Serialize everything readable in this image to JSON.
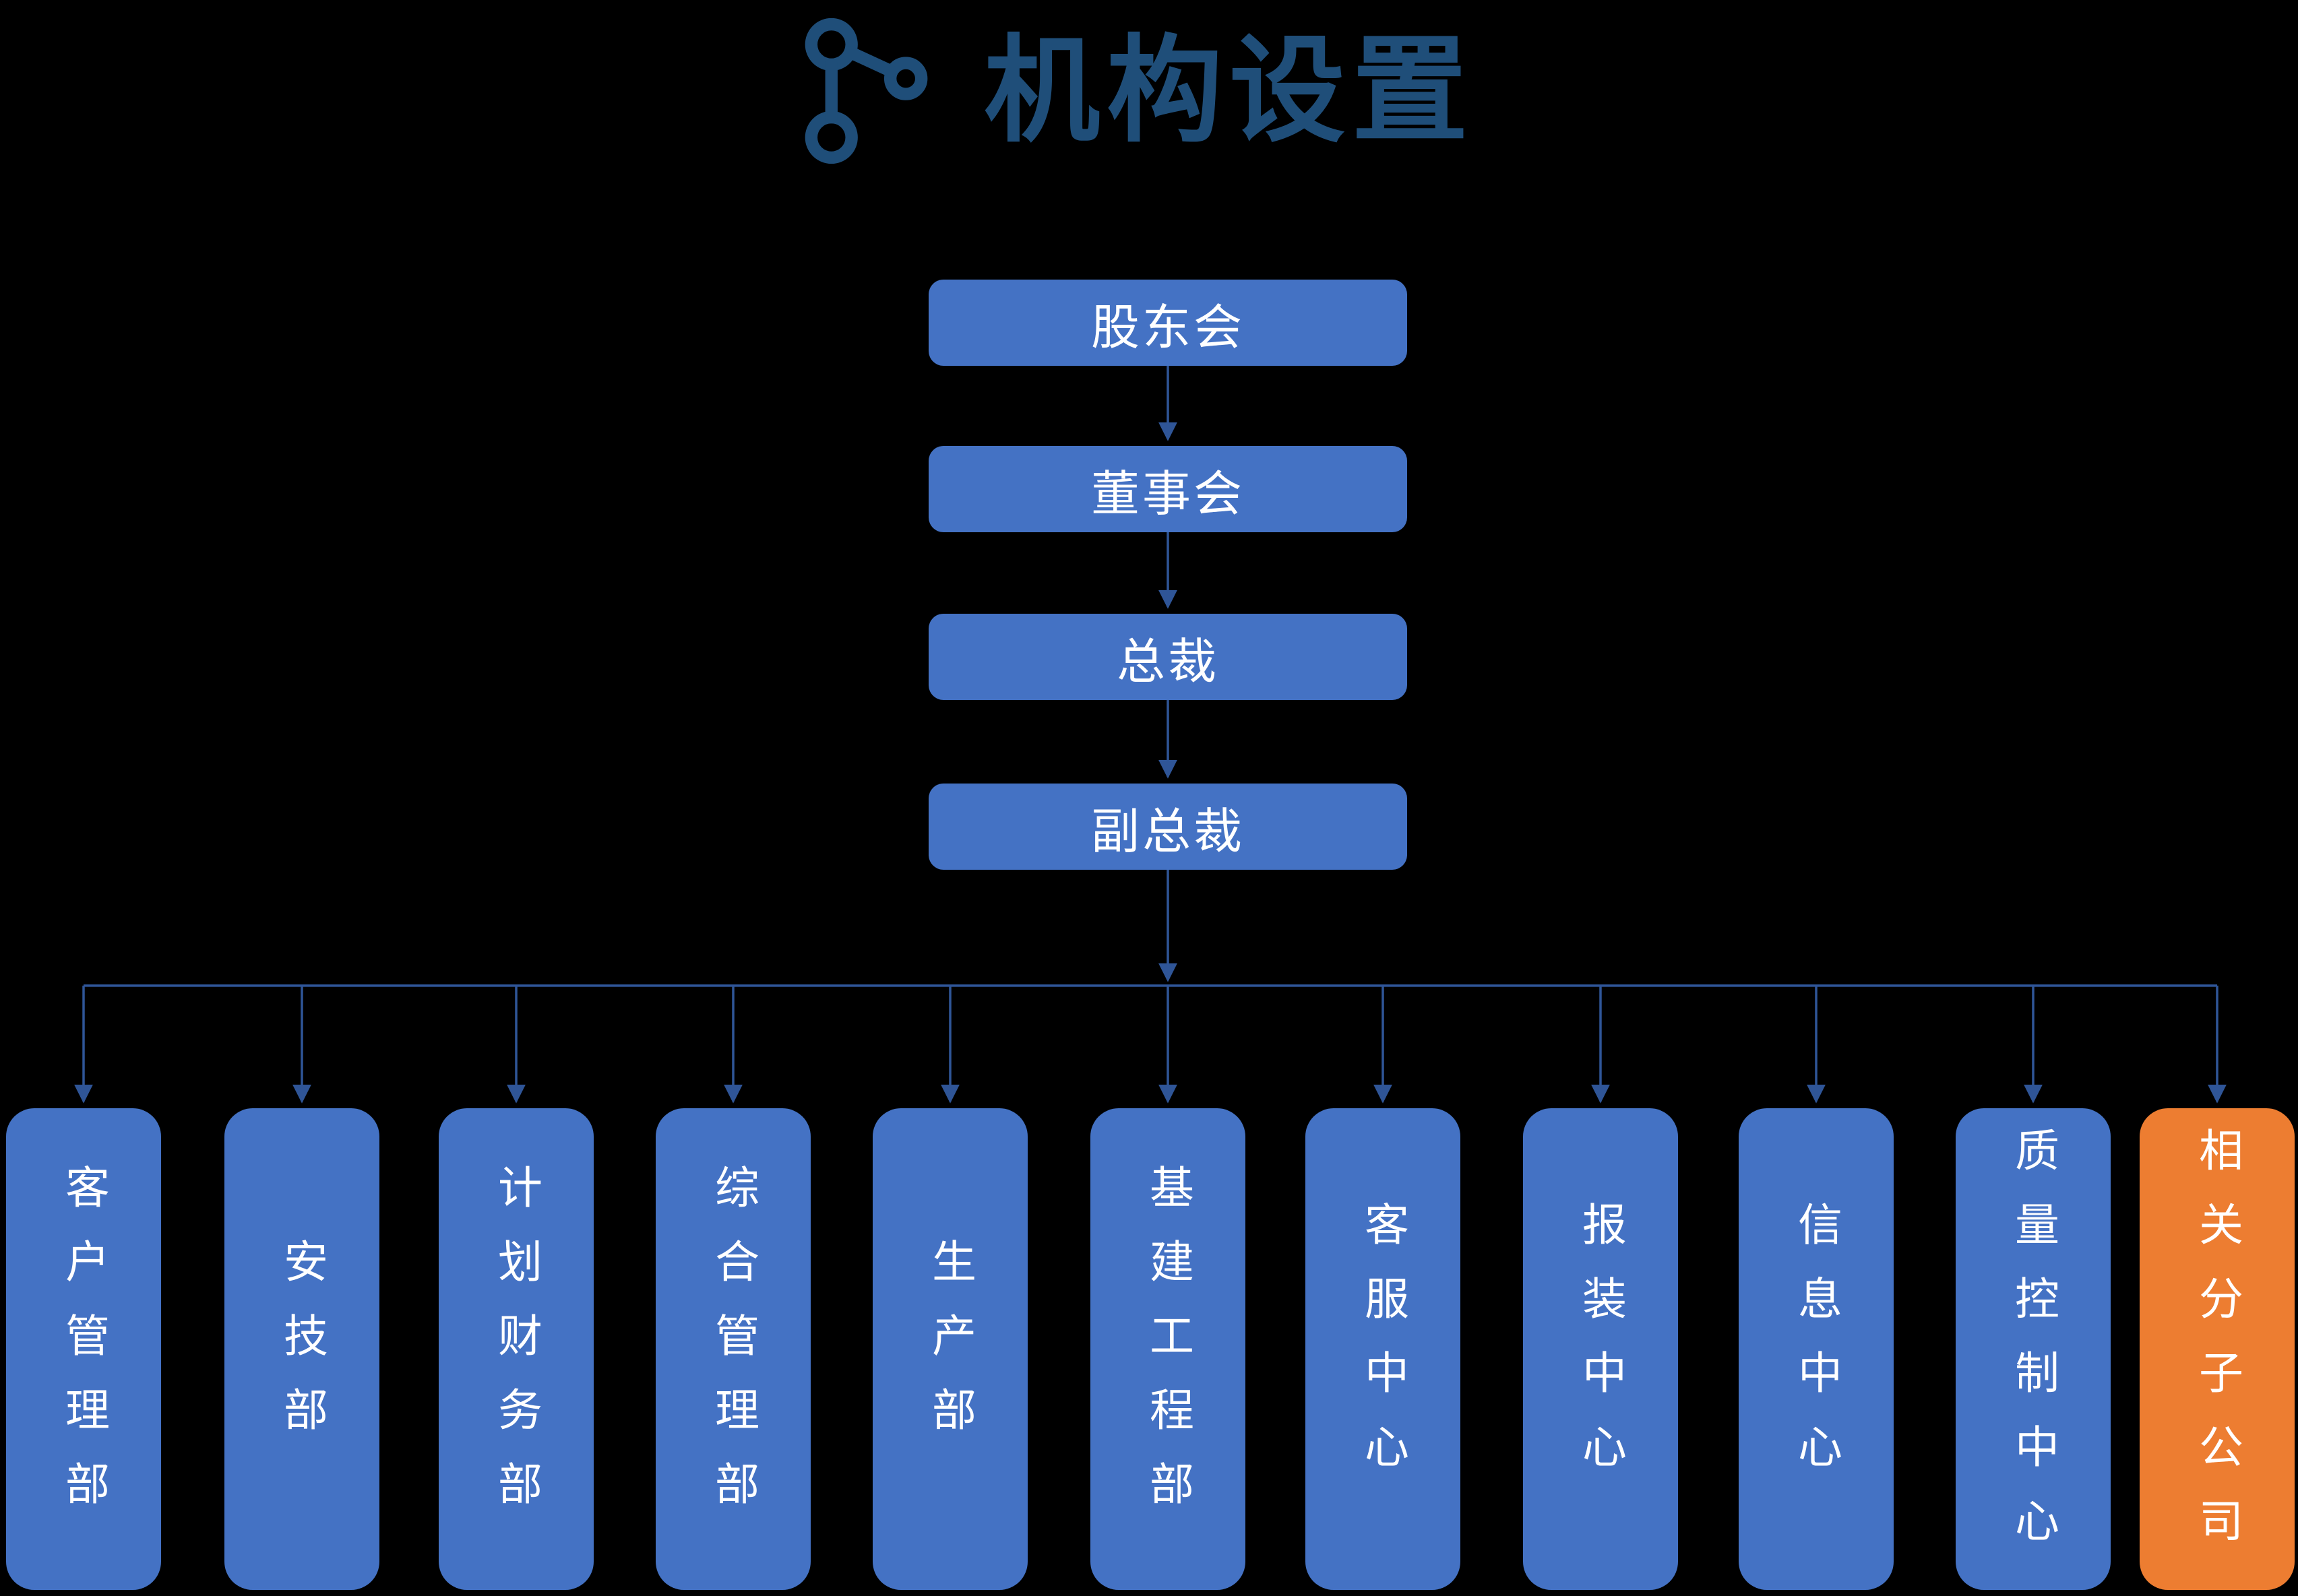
{
  "title": "机构设置",
  "colors": {
    "bg": "#000000",
    "box-blue": "#4472C4",
    "box-orange": "#ED7D31",
    "line": "#2F5597",
    "title": "#1F4E79",
    "box-text": "#FFFFFF"
  },
  "chain": [
    {
      "label": "股东会"
    },
    {
      "label": "董事会"
    },
    {
      "label": "总裁"
    },
    {
      "label": "副总裁"
    }
  ],
  "departments": [
    {
      "label": "客户管理部"
    },
    {
      "label": "安技部"
    },
    {
      "label": "计划财务部"
    },
    {
      "label": "综合管理部"
    },
    {
      "label": "生产部"
    },
    {
      "label": "基建工程部"
    },
    {
      "label": "客服中心"
    },
    {
      "label": "报装中心"
    },
    {
      "label": "信息中心"
    },
    {
      "label": "质量控制中心"
    },
    {
      "label": "相关分子公司",
      "highlight": true
    }
  ]
}
